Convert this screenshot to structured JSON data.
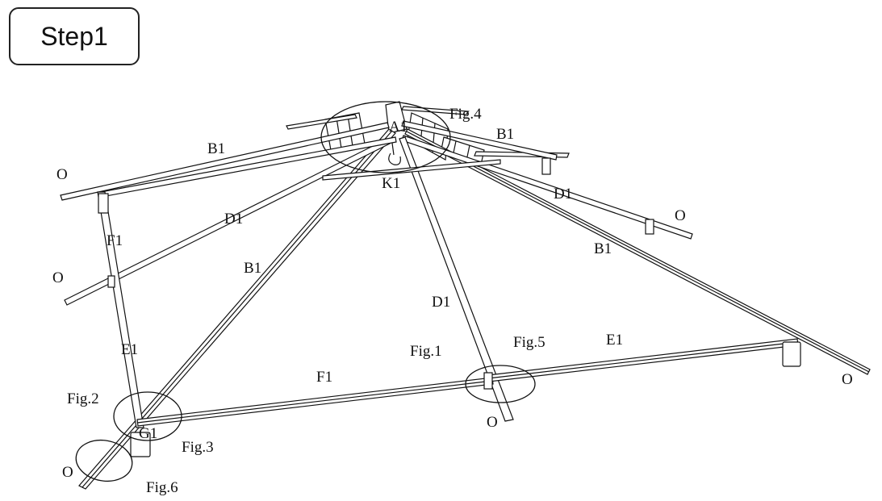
{
  "step_title": "Step1",
  "labels": {
    "a1": "A1",
    "k1": "K1",
    "b1_left": "B1",
    "b1_right_top": "B1",
    "b1_center": "B1",
    "b1_right": "B1",
    "d1_left": "D1",
    "d1_right": "D1",
    "d1_center": "D1",
    "e1_left": "E1",
    "e1_right": "E1",
    "f1_left": "F1",
    "f1_front": "F1",
    "g1": "G1",
    "o_left_top": "O",
    "o_left_mid": "O",
    "o_right_mid": "O",
    "o_right": "O",
    "o_front": "O",
    "o_front_left": "O",
    "fig1": "Fig.1",
    "fig2": "Fig.2",
    "fig3": "Fig.3",
    "fig4": "Fig.4",
    "fig5": "Fig.5",
    "fig6": "Fig.6"
  },
  "colors": {
    "line": "#111111",
    "background": "#ffffff"
  }
}
